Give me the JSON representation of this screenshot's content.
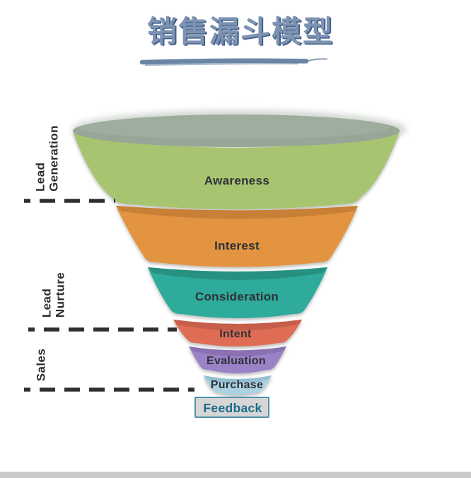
{
  "title": {
    "text": "销售漏斗模型",
    "color": "#7d93b2",
    "shadow_color": "#41608a",
    "underline_color": "#5e7b9d"
  },
  "funnel": {
    "label_color": "#2f3038",
    "stages": [
      {
        "label": "Awareness",
        "body_color": "#a7c56f",
        "rim_color": "#97a696"
      },
      {
        "label": "Interest",
        "body_color": "#e29440",
        "band_color": "#c87f36"
      },
      {
        "label": "Consideration",
        "body_color": "#2fab9a",
        "band_color": "#279181"
      },
      {
        "label": "Intent",
        "body_color": "#df6c55",
        "band_color": "#c55f4a"
      },
      {
        "label": "Evaluation",
        "body_color": "#9b82c7",
        "band_color": "#8971b3"
      },
      {
        "label": "Purchase",
        "body_color": "#abd2e1",
        "band_color": "#93c0d2"
      }
    ]
  },
  "side_sections": [
    {
      "lines": [
        "Lead",
        "Generation"
      ]
    },
    {
      "lines": [
        "Lead",
        "Nurture"
      ]
    },
    {
      "lines": [
        "Sales"
      ]
    }
  ],
  "feedback": {
    "label": "Feedback",
    "text_color": "#1d6b8a",
    "border_color": "#4e93af",
    "background_color": "#d6d6d6"
  },
  "dashes": {
    "color": "#2f2f30"
  },
  "bottom_bar_color": "#c9cacb"
}
